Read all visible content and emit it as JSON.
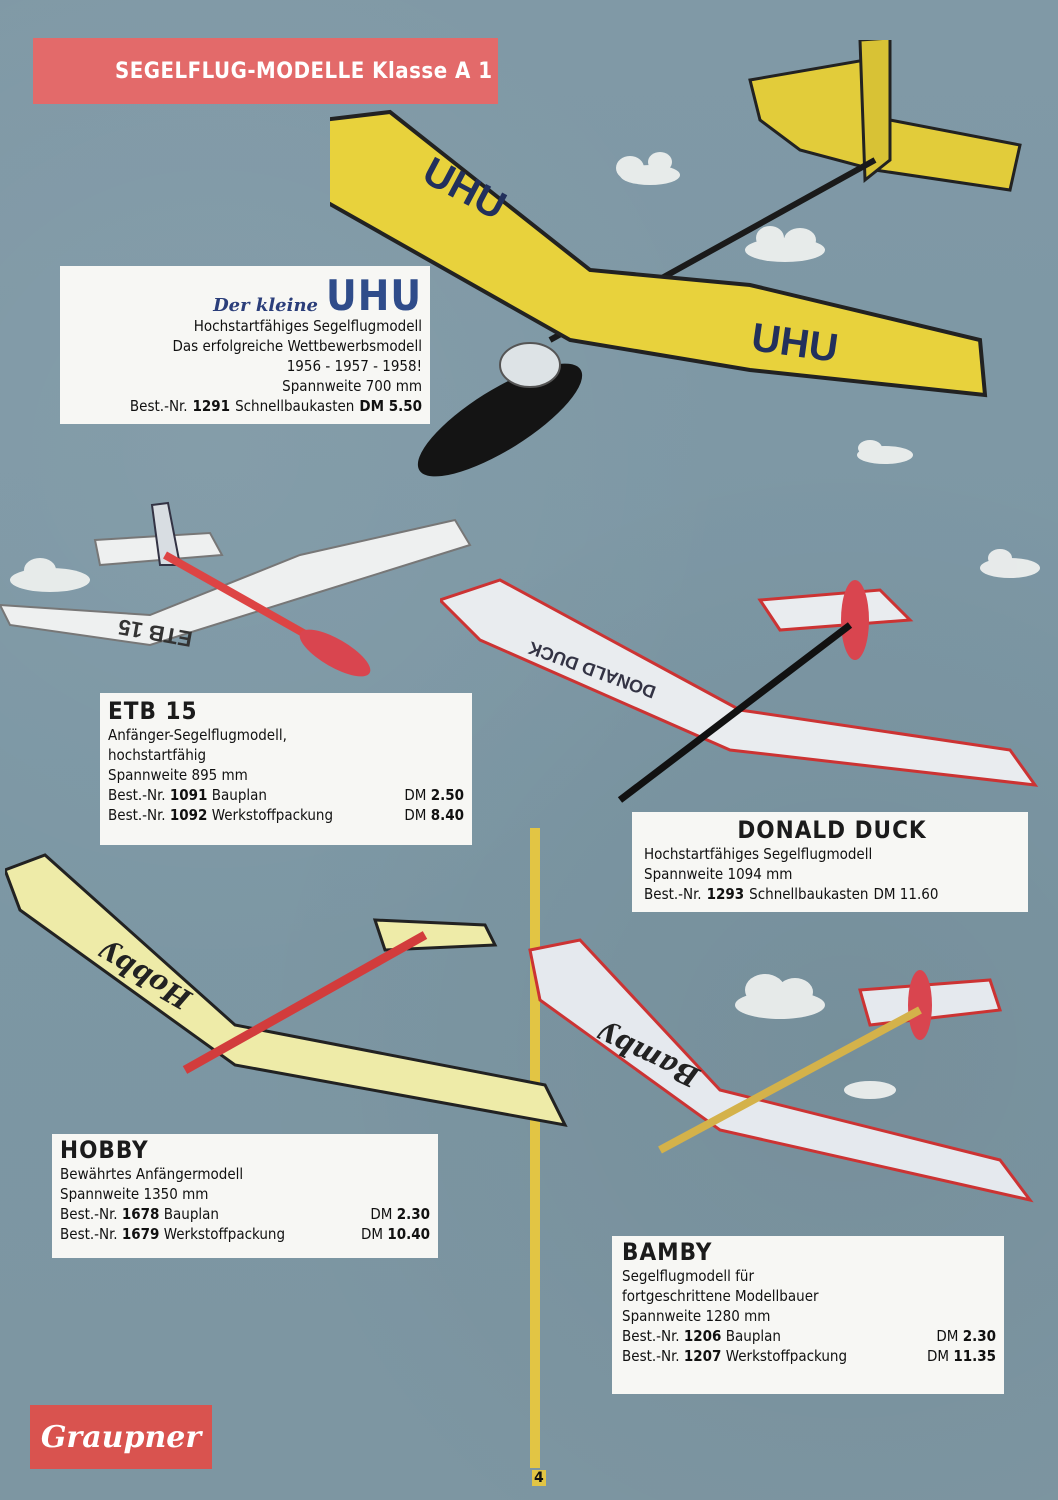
{
  "header": {
    "title": "SEGELFLUG-MODELLE Klasse A 1"
  },
  "products": {
    "uhu": {
      "logo_prefix": "Der kleine",
      "logo_main": "UHU",
      "wing_text": "UHU",
      "lines": [
        "Hochstartfähiges Segelflugmodell",
        "Das erfolgreiche Wettbewerbsmodell",
        "1956 - 1957 - 1958!",
        "Spannweite 700 mm"
      ],
      "order": {
        "prefix": "Best.-Nr.",
        "num": "1291",
        "item": "Schnellbaukasten",
        "price": "DM 5.50"
      }
    },
    "etb15": {
      "title": "ETB 15",
      "lines": [
        "Anfänger-Segelflugmodell,",
        "hochstartfähig",
        "Spannweite 895 mm"
      ],
      "orders": [
        {
          "prefix": "Best.-Nr.",
          "num": "1091",
          "item": "Bauplan",
          "price_cur": "DM",
          "price": "2.50"
        },
        {
          "prefix": "Best.-Nr.",
          "num": "1092",
          "item": "Werkstoffpackung",
          "price_cur": "DM",
          "price": "8.40"
        }
      ]
    },
    "donald": {
      "title": "DONALD DUCK",
      "lines": [
        "Hochstartfähiges Segelflugmodell",
        "Spannweite 1094 mm"
      ],
      "order": {
        "prefix": "Best.-Nr.",
        "num": "1293",
        "item": "Schnellbaukasten",
        "price": "DM 11.60"
      }
    },
    "hobby": {
      "title": "HOBBY",
      "lines": [
        "Bewährtes Anfängermodell",
        "Spannweite 1350 mm"
      ],
      "orders": [
        {
          "prefix": "Best.-Nr.",
          "num": "1678",
          "item": "Bauplan",
          "price_cur": "DM",
          "price": "2.30"
        },
        {
          "prefix": "Best.-Nr.",
          "num": "1679",
          "item": "Werkstoffpackung",
          "price_cur": "DM",
          "price": "10.40"
        }
      ]
    },
    "bamby": {
      "title": "BAMBY",
      "lines": [
        "Segelflugmodell für",
        "fortgeschrittene Modellbauer",
        "Spannweite 1280 mm"
      ],
      "orders": [
        {
          "prefix": "Best.-Nr.",
          "num": "1206",
          "item": "Bauplan",
          "price_cur": "DM",
          "price": "2.30"
        },
        {
          "prefix": "Best.-Nr.",
          "num": "1207",
          "item": "Werkstoffpackung",
          "price_cur": "DM",
          "price": "11.35"
        }
      ]
    }
  },
  "footer": {
    "brand": "Graupner",
    "page": "4"
  },
  "colors": {
    "background": "#7f9aa6",
    "header": "#e36a6a",
    "accent_line": "#e2c544",
    "uhu_wing": "#e8d23c",
    "label_bg": "#f7f7f4"
  }
}
